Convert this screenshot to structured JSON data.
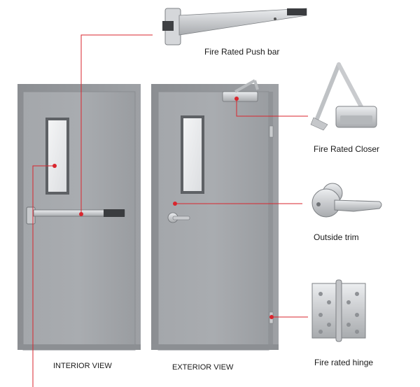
{
  "labels": {
    "push_bar": "Fire Rated Push bar",
    "closer": "Fire Rated Closer",
    "outside_trim": "Outside trim",
    "hinge": "Fire rated hinge",
    "interior_view": "INTERIOR VIEW",
    "exterior_view": "EXTERIOR VIEW"
  },
  "colors": {
    "callout_line": "#d9262e",
    "door_gray": "#9c9fa3",
    "frame_gray": "#8d9094",
    "metal_light": "#d6d8da",
    "glass": "#e9eaec"
  }
}
